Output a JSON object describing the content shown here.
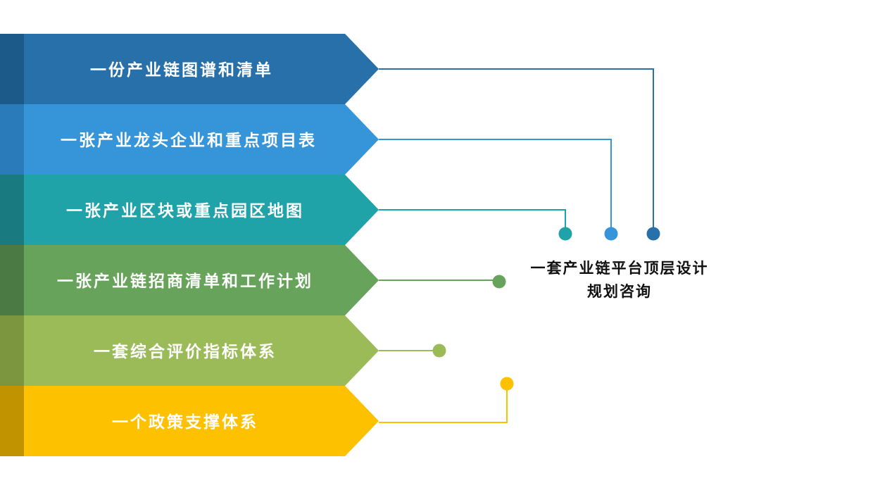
{
  "items": [
    {
      "label": "一份产业链图谱和清单",
      "color": "#2770aa",
      "dark": "#1c5a89"
    },
    {
      "label": "一张产业龙头企业和重点项目表",
      "color": "#3695d9",
      "dark": "#2a7bba"
    },
    {
      "label": "一张产业区块或重点园区地图",
      "color": "#1fa2a8",
      "dark": "#197b80"
    },
    {
      "label": "一张产业链招商清单和工作计划",
      "color": "#67a35b",
      "dark": "#4c7a44"
    },
    {
      "label": "一套综合评价指标体系",
      "color": "#9bbb59",
      "dark": "#7b963f"
    },
    {
      "label": "一个政策支撑体系",
      "color": "#fdc100",
      "dark": "#c29300"
    }
  ],
  "center": {
    "line1": "一套产业链平台顶层设计",
    "line2": "规划咨询"
  }
}
